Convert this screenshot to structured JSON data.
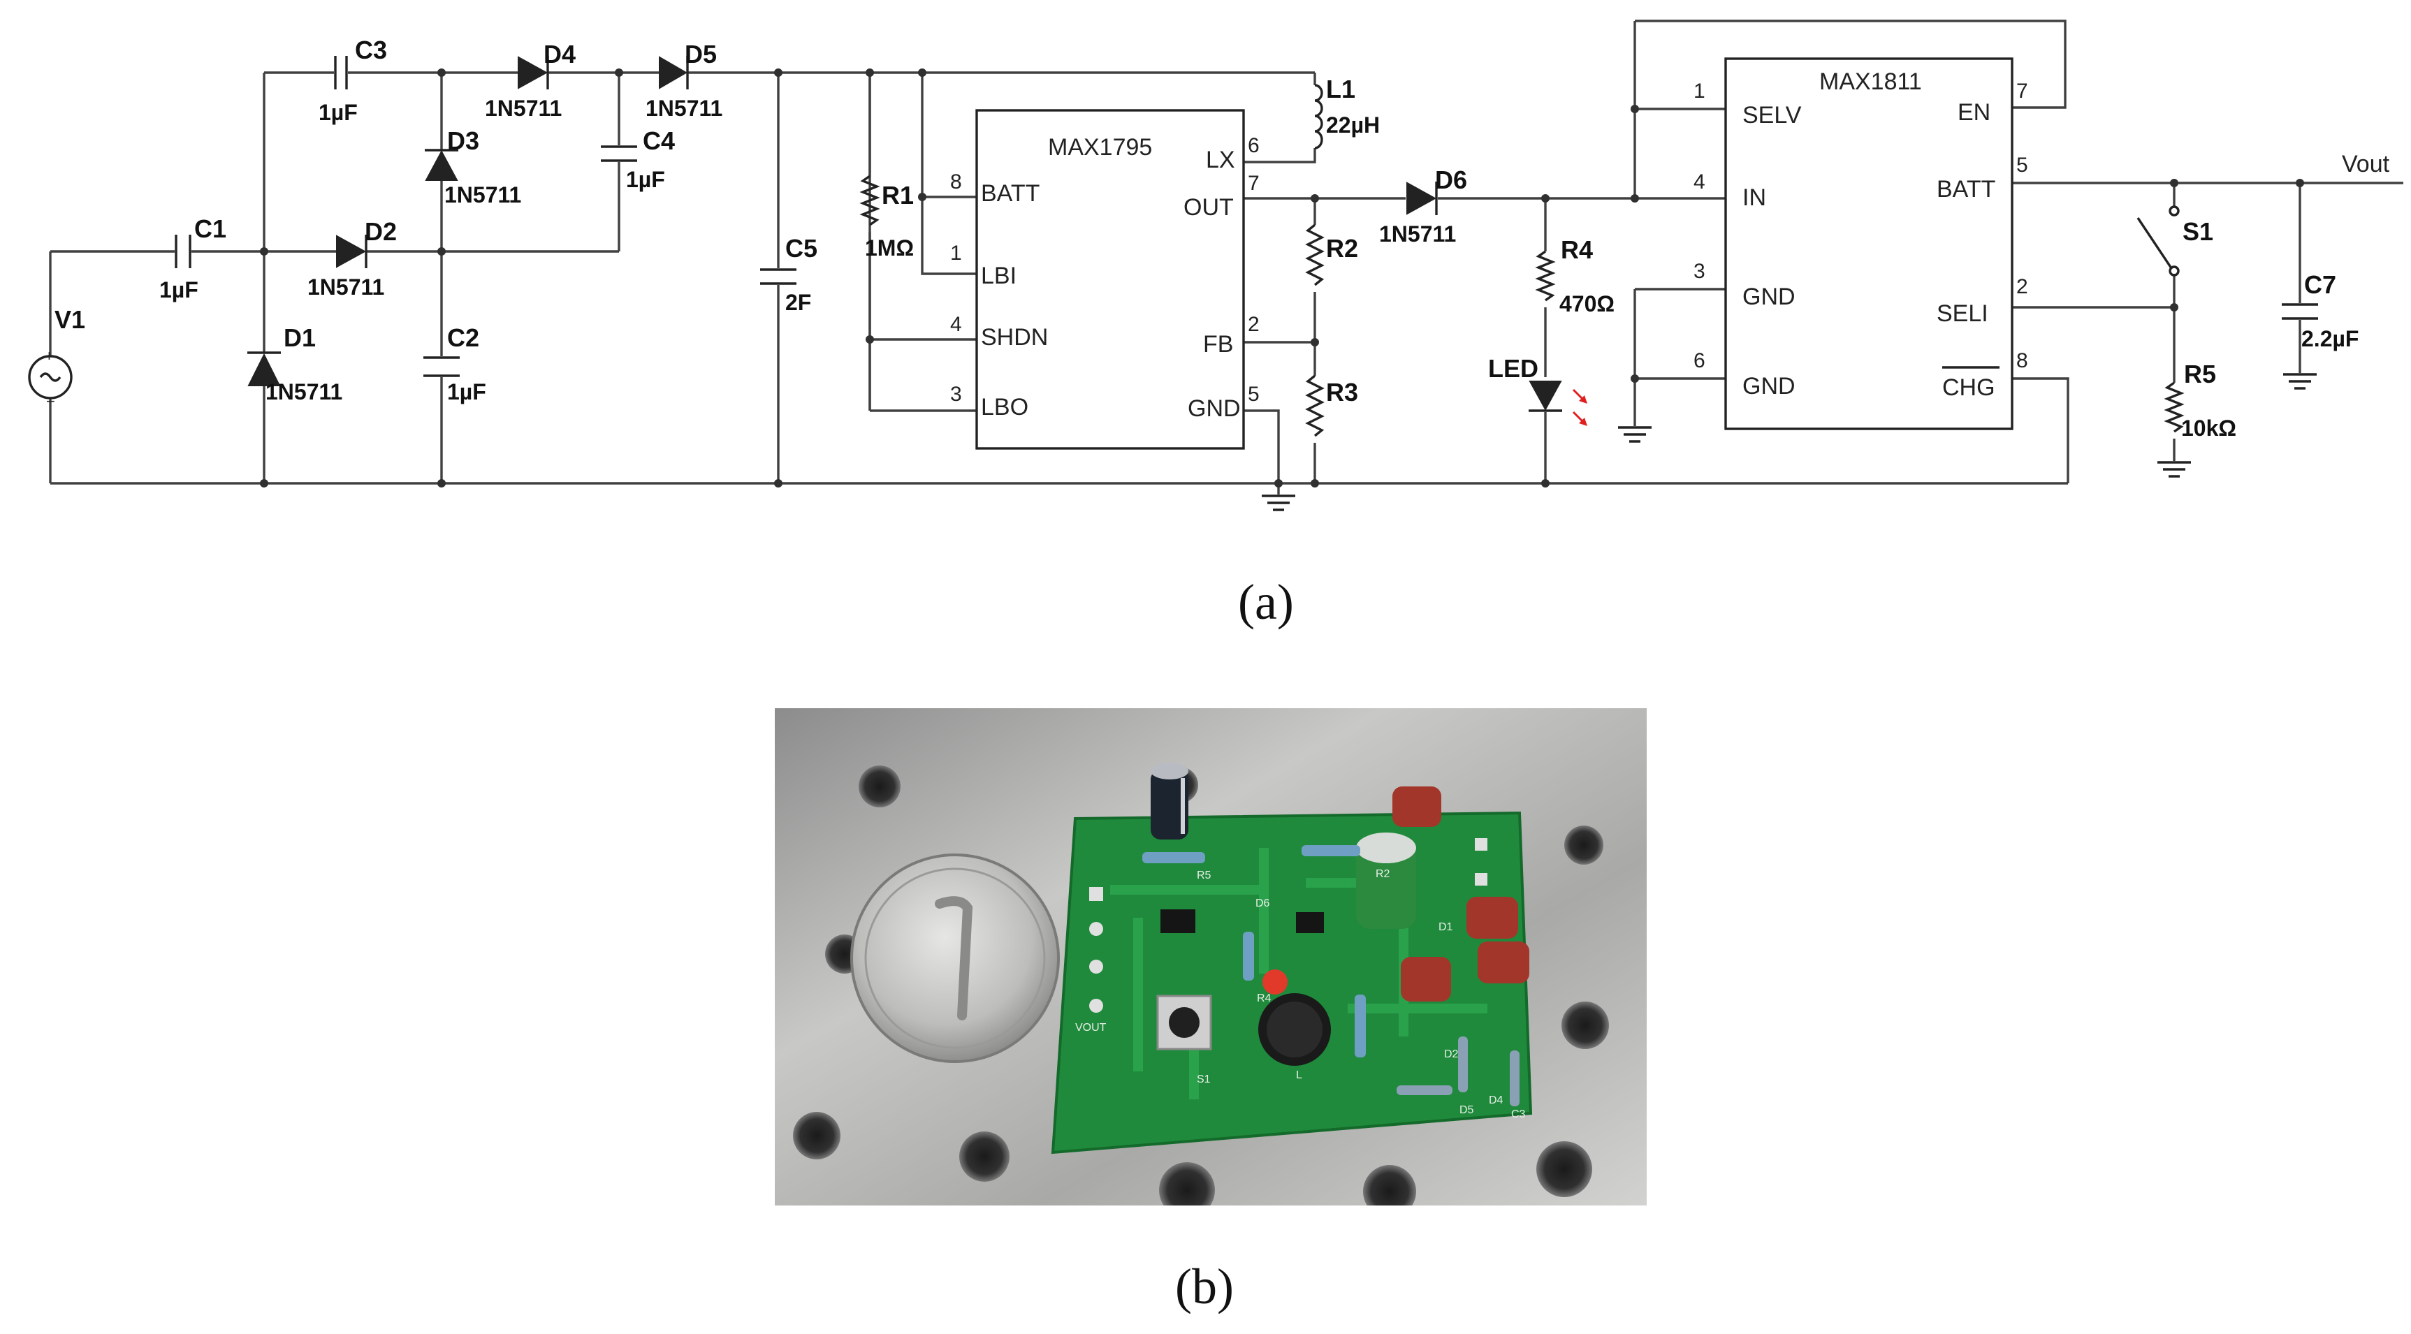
{
  "captions": {
    "a": "(a)",
    "b": "(b)"
  },
  "schematic": {
    "components": {
      "v1": "V1",
      "c1": {
        "name": "C1",
        "value": "1µF"
      },
      "c2": {
        "name": "C2",
        "value": "1µF"
      },
      "c3": {
        "name": "C3",
        "value": "1µF"
      },
      "c4": {
        "name": "C4",
        "value": "1µF"
      },
      "c5": {
        "name": "C5",
        "value": "2F"
      },
      "c7": {
        "name": "C7",
        "value": "2.2µF"
      },
      "d1": {
        "name": "D1",
        "value": "1N5711"
      },
      "d2": {
        "name": "D2",
        "value": "1N5711"
      },
      "d3": {
        "name": "D3",
        "value": "1N5711"
      },
      "d4": {
        "name": "D4",
        "value": "1N5711"
      },
      "d5": {
        "name": "D5",
        "value": "1N5711"
      },
      "d6": {
        "name": "D6",
        "value": "1N5711"
      },
      "r1": {
        "name": "R1",
        "value": "1MΩ"
      },
      "r2": {
        "name": "R2"
      },
      "r3": {
        "name": "R3"
      },
      "r4": {
        "name": "R4",
        "value": "470Ω"
      },
      "r5": {
        "name": "R5",
        "value": "10kΩ"
      },
      "l1": {
        "name": "L1",
        "value": "22µH"
      },
      "led": "LED",
      "s1": "S1",
      "vout": "Vout"
    },
    "ic1": {
      "name": "MAX1795",
      "pins": [
        {
          "num": "8",
          "label": "BATT"
        },
        {
          "num": "1",
          "label": "LBI"
        },
        {
          "num": "4",
          "label": "SHDN"
        },
        {
          "num": "3",
          "label": "LBO"
        },
        {
          "num": "6",
          "label": "LX"
        },
        {
          "num": "7",
          "label": "OUT"
        },
        {
          "num": "2",
          "label": "FB"
        },
        {
          "num": "5",
          "label": "GND"
        }
      ]
    },
    "ic2": {
      "name": "MAX1811",
      "pins": [
        {
          "num": "1",
          "label": "SELV"
        },
        {
          "num": "4",
          "label": "IN"
        },
        {
          "num": "3",
          "label": "GND"
        },
        {
          "num": "6",
          "label": "GND"
        },
        {
          "num": "7",
          "label": "EN"
        },
        {
          "num": "5",
          "label": "BATT"
        },
        {
          "num": "2",
          "label": "SELI"
        },
        {
          "num": "8",
          "label": "CHG"
        }
      ]
    }
  },
  "photo": {
    "board_silkscreen": {
      "r5": "R5",
      "d6": "D6",
      "r2": "R2",
      "r4": "R4",
      "d1": "D1",
      "d2": "D2",
      "d4": "D4",
      "d5": "D5",
      "s1": "S1",
      "vout": "VOUT",
      "l": "L",
      "c3": "C3"
    }
  }
}
